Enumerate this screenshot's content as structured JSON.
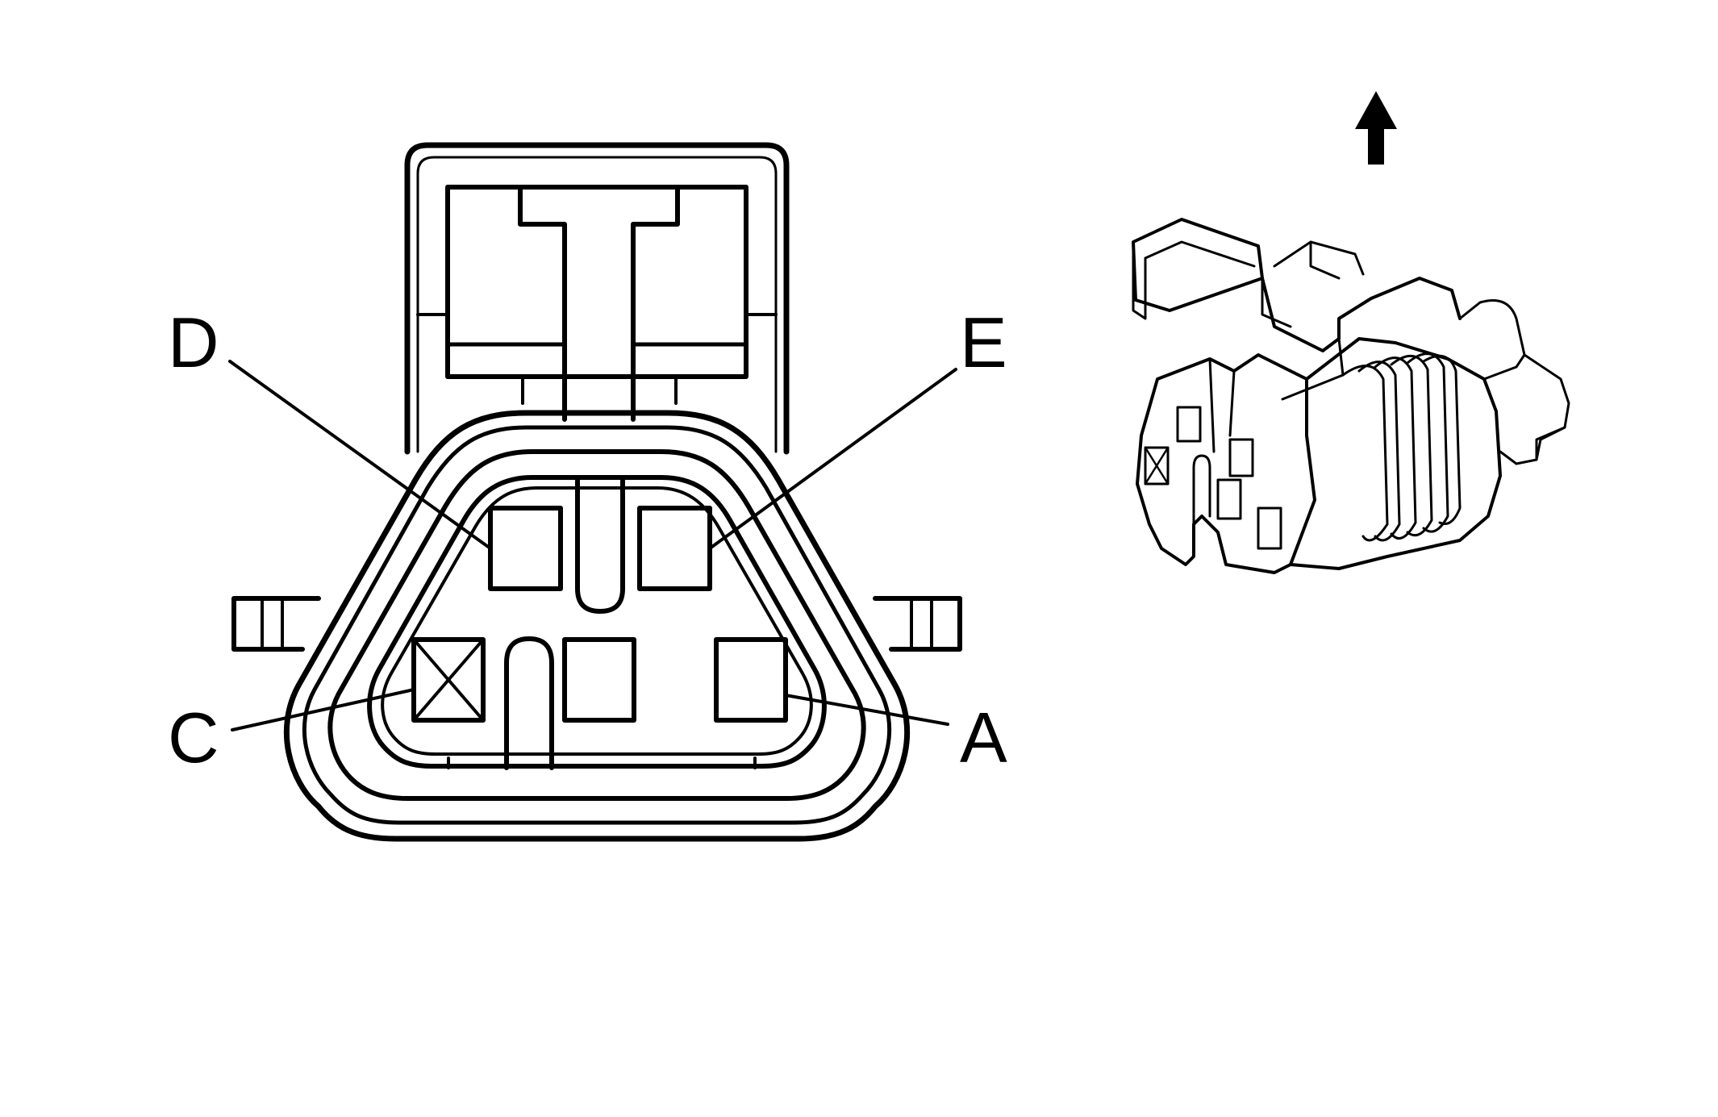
{
  "connector_face": {
    "pins": [
      {
        "id": "pin-a",
        "label": "A",
        "state": "empty"
      },
      {
        "id": "pin-c",
        "label": "C",
        "state": "blocked"
      },
      {
        "id": "pin-d",
        "label": "D",
        "state": "empty"
      },
      {
        "id": "pin-e",
        "label": "E",
        "state": "empty"
      }
    ]
  },
  "orientation": {
    "icon": "arrow-up-icon"
  },
  "colors": {
    "line": "#000000",
    "background": "#ffffff"
  }
}
